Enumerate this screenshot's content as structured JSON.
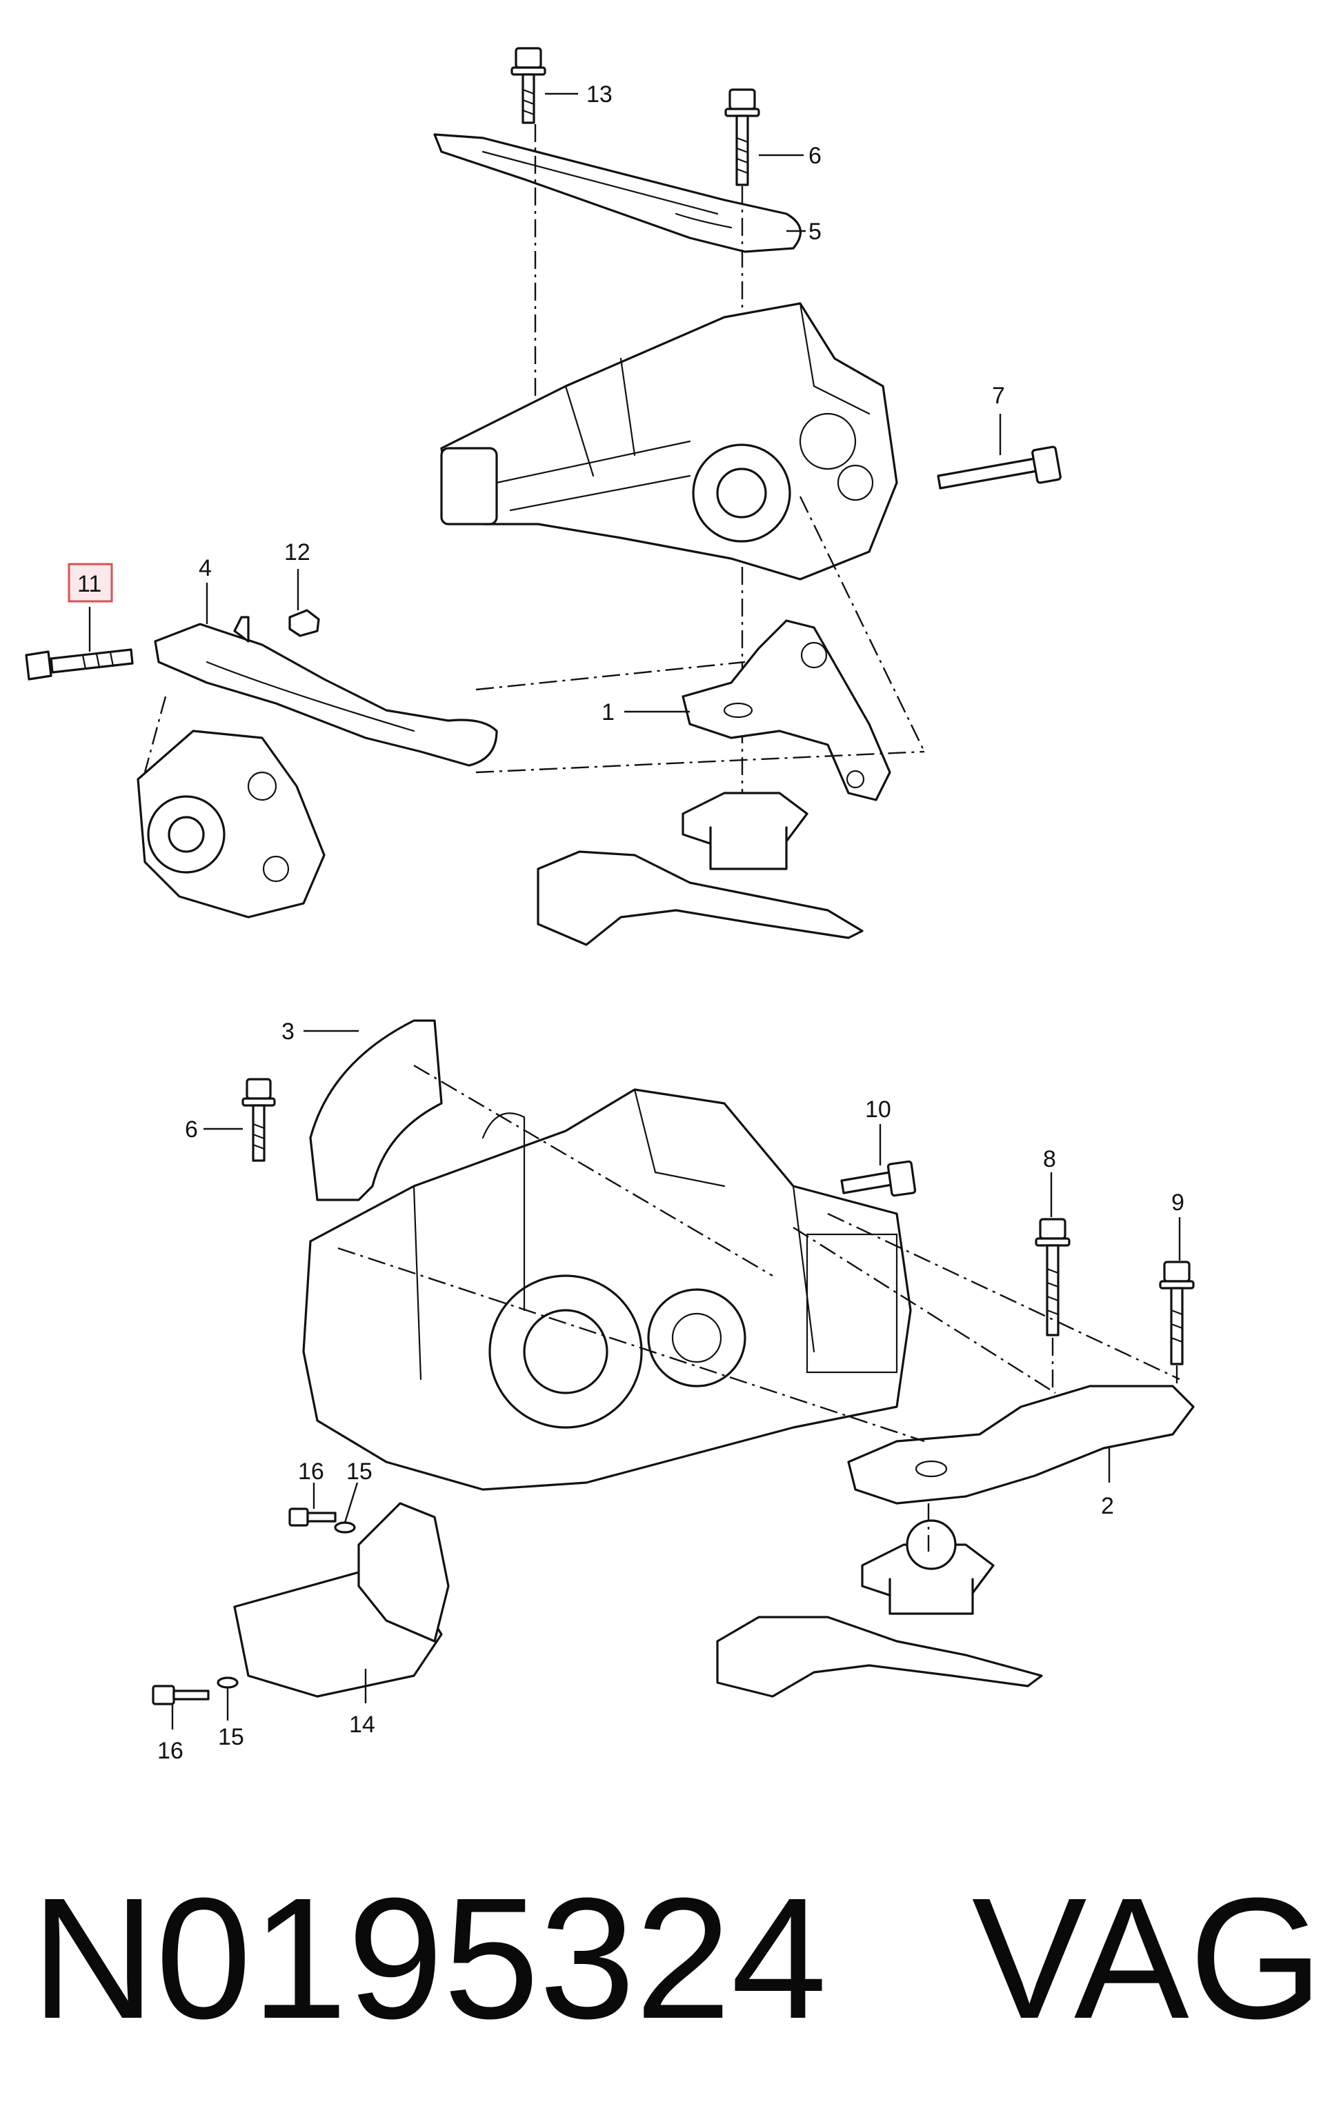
{
  "callouts": {
    "c1": "1",
    "c2": "2",
    "c3": "3",
    "c4": "4",
    "c5": "5",
    "c6a": "6",
    "c6b": "6",
    "c7": "7",
    "c8": "8",
    "c9": "9",
    "c10": "10",
    "c11": "11",
    "c12": "12",
    "c13": "13",
    "c14": "14",
    "c15a": "15",
    "c15b": "15",
    "c16a": "16",
    "c16b": "16"
  },
  "highlighted_callout": "11",
  "caption": {
    "part_number": "N0195324",
    "brand": "VAG"
  },
  "colors": {
    "highlight_fill": "#fbe9ec",
    "highlight_border": "#d9534f",
    "line": "#111111"
  }
}
